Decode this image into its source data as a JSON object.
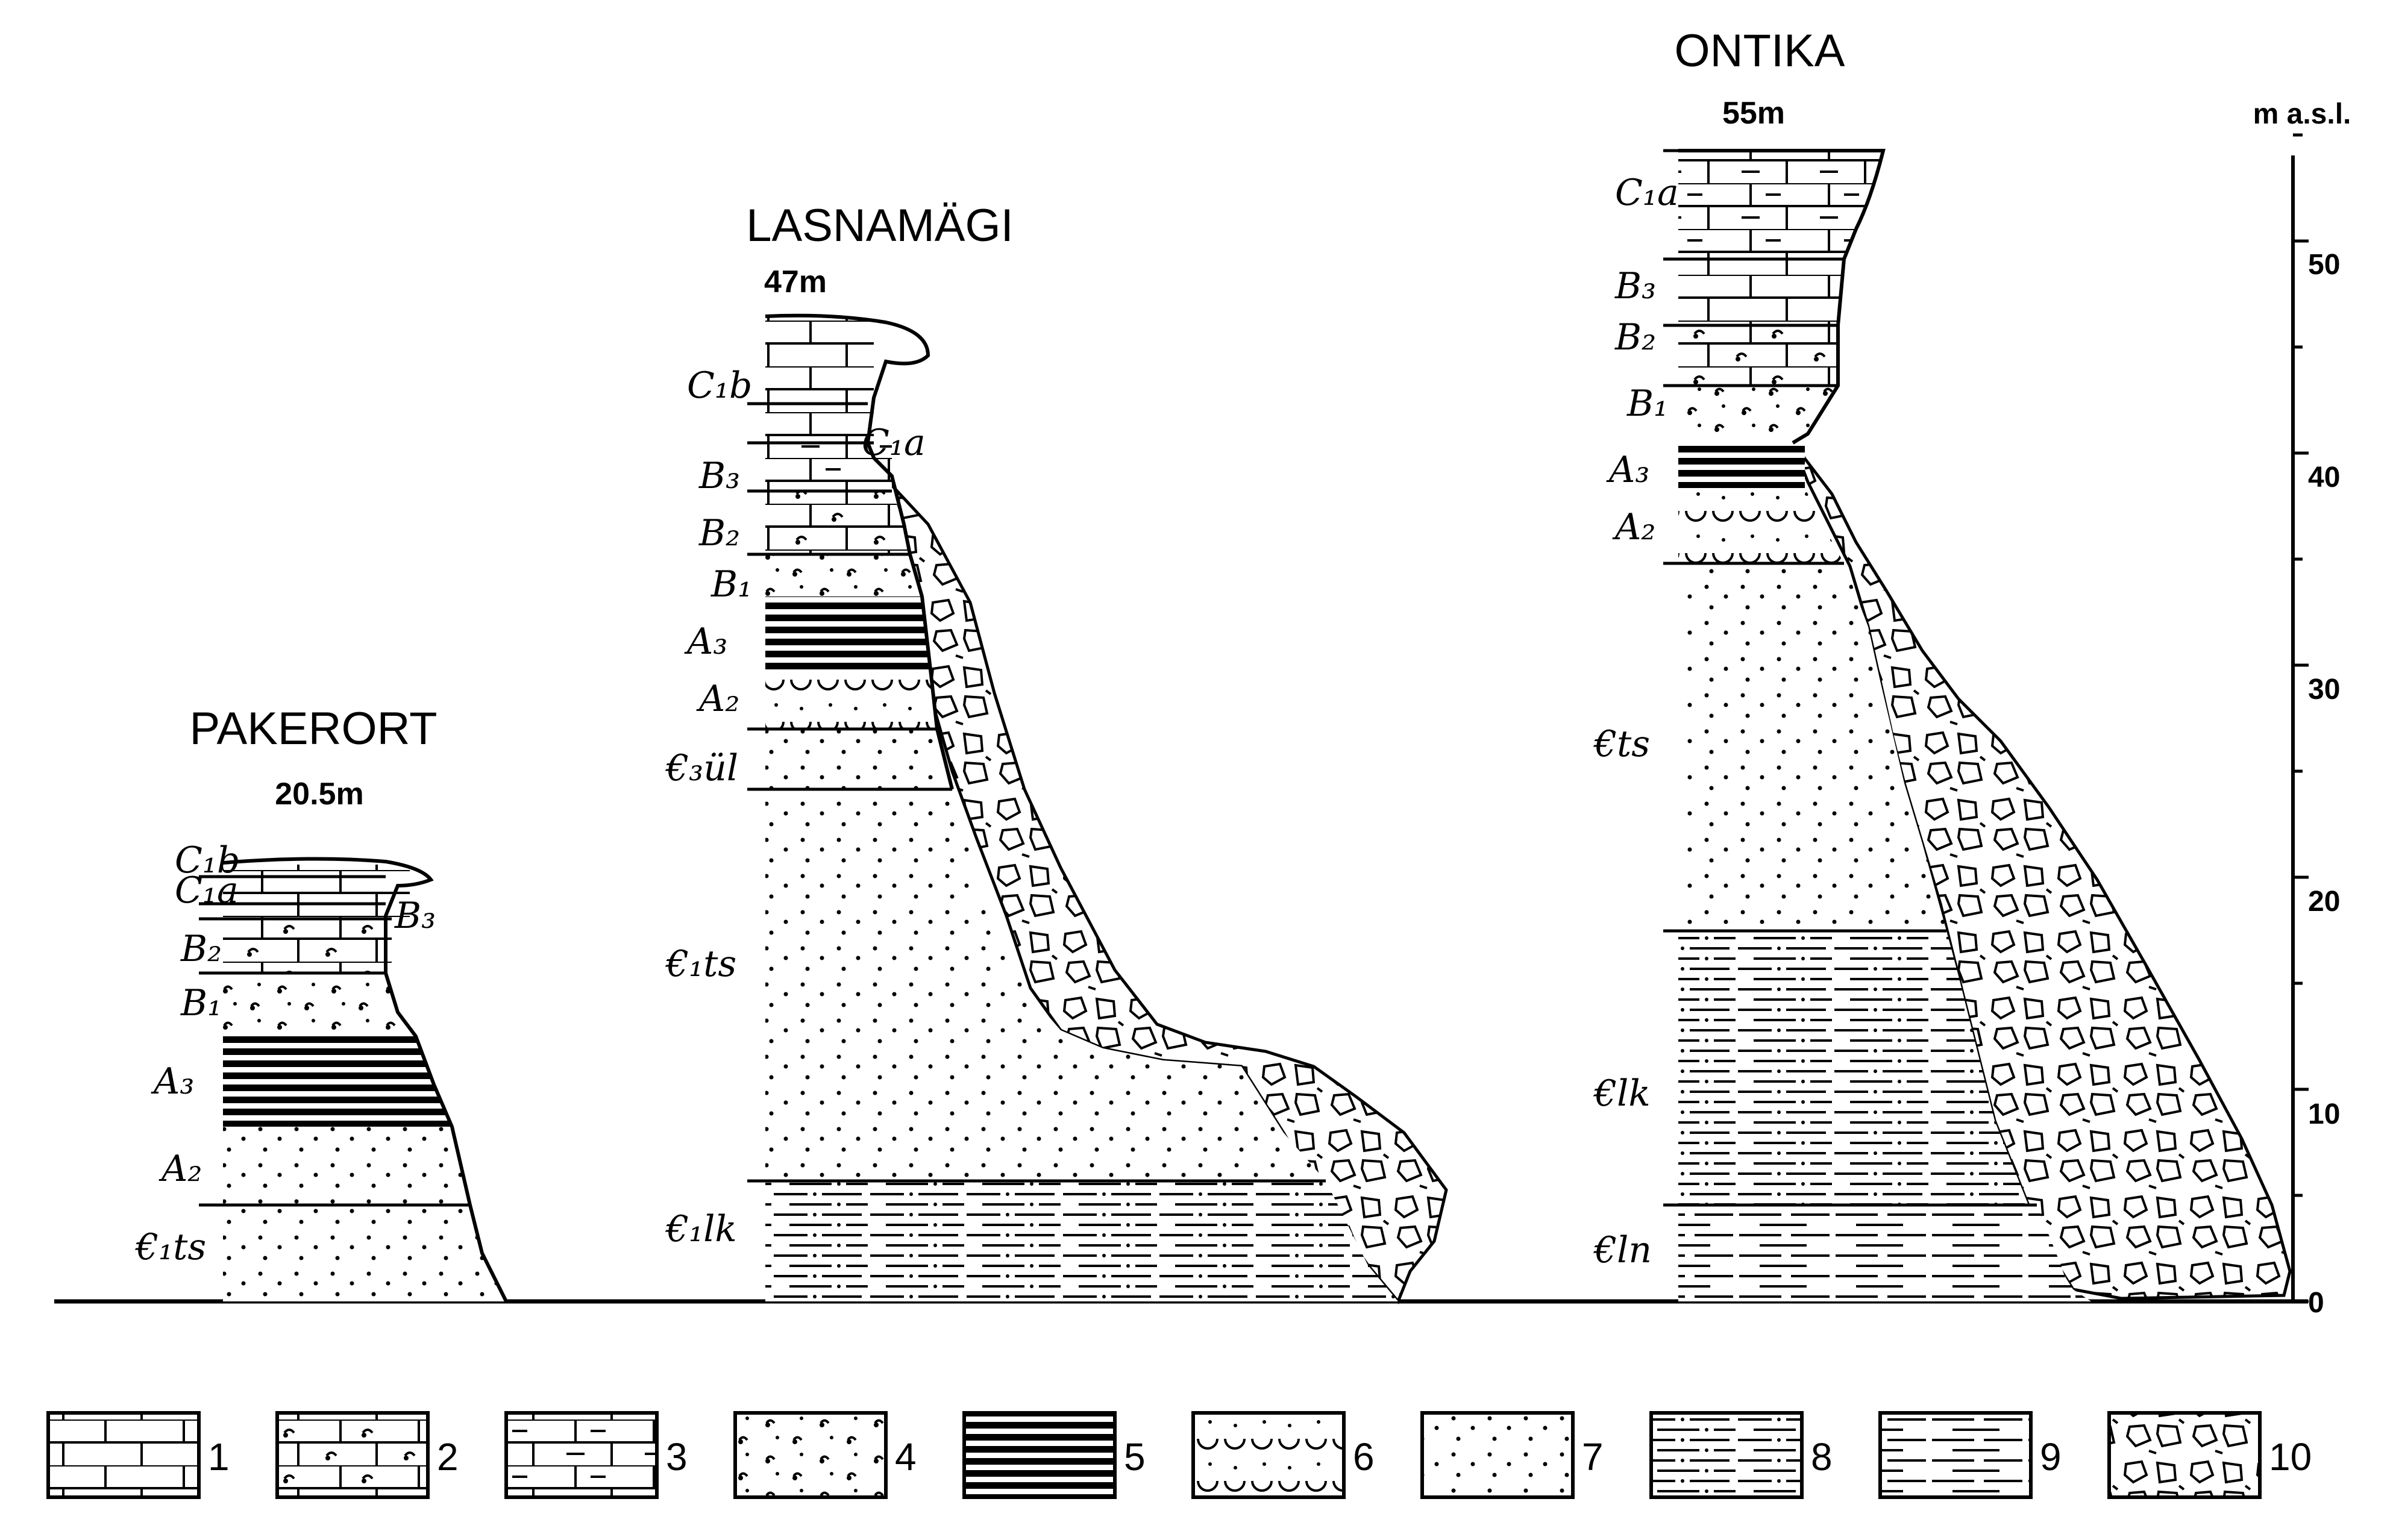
{
  "sections": [
    {
      "id": "pakerort",
      "name": "PAKERORT",
      "elevation": "20.5m",
      "layers": [
        "C₁b",
        "C₁a",
        "B₂",
        "B₁",
        "A₃",
        "A₂",
        "€₁ts"
      ],
      "side_labels": [
        "B₃"
      ]
    },
    {
      "id": "lasnamagi",
      "name": "LASNAMÄGI",
      "elevation": "47m",
      "layers": [
        "C₁b",
        "B₃",
        "B₂",
        "B₁",
        "A₃",
        "A₂",
        "€₃ül",
        "€₁ts",
        "€₁lk"
      ],
      "side_labels": [
        "C₁a"
      ]
    },
    {
      "id": "ontika",
      "name": "ONTIKA",
      "elevation": "55m",
      "layers": [
        "C₁a",
        "B₃",
        "B₂",
        "B₁",
        "A₃",
        "A₂",
        "€ts",
        "€lk",
        "€ln"
      ],
      "side_labels": []
    }
  ],
  "axis": {
    "unit": "m a.s.l.",
    "ticks": [
      "50",
      "40",
      "30",
      "20",
      "10",
      "0"
    ]
  },
  "legend": [
    "1",
    "2",
    "3",
    "4",
    "5",
    "6",
    "7",
    "8",
    "9",
    "10"
  ]
}
